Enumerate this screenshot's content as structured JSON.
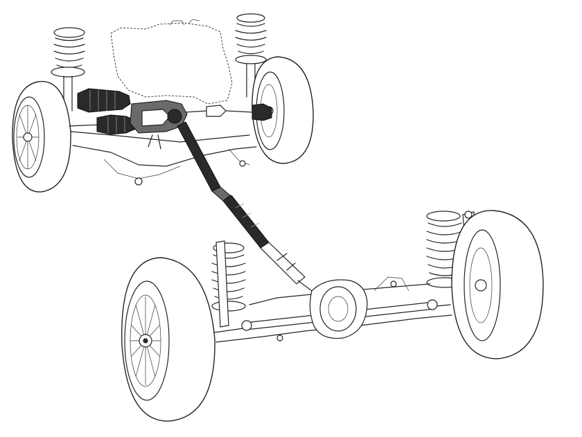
{
  "diagram": {
    "background": "#ffffff",
    "ink": "#222222",
    "components": [
      "engine-outline",
      "front-left-wheel",
      "front-right-wheel",
      "rear-left-wheel",
      "rear-right-wheel",
      "front-coil-springs",
      "rear-coil-springs",
      "front-half-shafts",
      "transfer-case",
      "propeller-shaft",
      "rear-differential",
      "rear-axle-beam",
      "panhard-rod"
    ]
  }
}
